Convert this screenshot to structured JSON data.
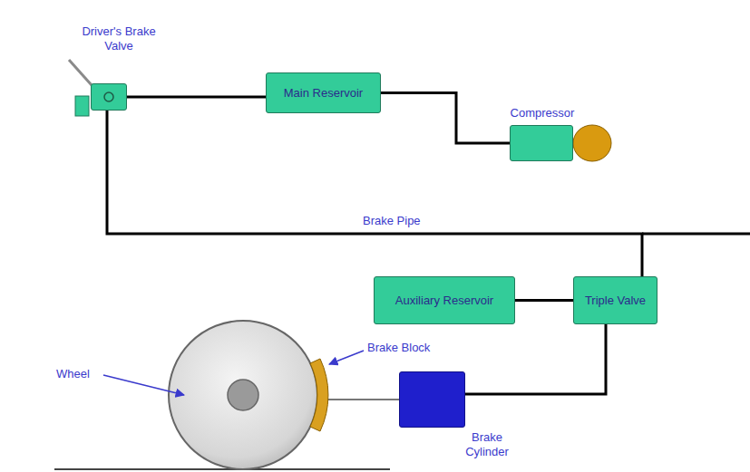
{
  "diagram": {
    "nodes": [
      {
        "text": [
          "Driver's Brake Valve"
        ]
      },
      {
        "text": [
          "Main Reservoir"
        ]
      },
      {
        "text": [
          "Compressor"
        ]
      },
      {
        "text": [
          "Auxiliary Reservoir"
        ]
      },
      {
        "text": [
          "Triple Valve"
        ]
      },
      {
        "text": [
          "Brake Cylinder"
        ]
      }
    ],
    "edges": [
      {
        "from": 0,
        "to": 1,
        "arrow": "none"
      },
      {
        "from": 1,
        "to": 2,
        "arrow": "none"
      },
      {
        "from": 0,
        "to": 4,
        "arrow": "none"
      },
      {
        "from": 3,
        "to": 4,
        "arrow": "none"
      },
      {
        "from": 4,
        "to": 5,
        "arrow": "none"
      }
    ],
    "labels": [
      "Brake Pipe",
      "Wheel",
      "Brake Block"
    ]
  }
}
